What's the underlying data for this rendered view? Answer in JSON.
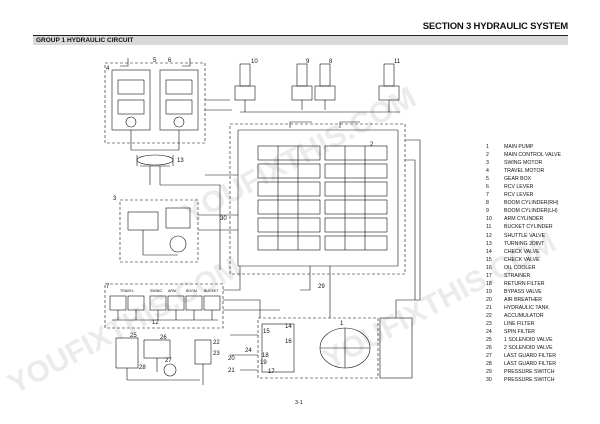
{
  "header": {
    "section_title": "SECTION 3 HYDRAULIC SYSTEM",
    "group_title": "GROUP 1 HYDRAULIC CIRCUIT"
  },
  "page_number": "3-1",
  "watermark": "YOUFIXTHIS.COM",
  "diagram": {
    "cylinder_labels": [
      "10",
      "9",
      "8",
      "11"
    ],
    "pump_labels": [
      "5",
      "6"
    ],
    "callout_labels": [
      "1",
      "2",
      "3",
      "4",
      "7",
      "12",
      "13",
      "14",
      "15",
      "16",
      "17",
      "18",
      "19",
      "20",
      "21",
      "22",
      "23",
      "24",
      "25",
      "26",
      "27",
      "28",
      "29",
      "30"
    ],
    "rcv_labels": [
      "TRAVEL",
      "SWING",
      "ARM",
      "BOOM",
      "BUCKET"
    ]
  },
  "legend": [
    {
      "num": "1",
      "label": "MAIN PUMP"
    },
    {
      "num": "2",
      "label": "MAIN CONTROL VALVE"
    },
    {
      "num": "3",
      "label": "SWING MOTOR"
    },
    {
      "num": "4",
      "label": "TRAVEL MOTOR"
    },
    {
      "num": "5",
      "label": "GEAR BOX"
    },
    {
      "num": "6",
      "label": "RCV LEVER"
    },
    {
      "num": "7",
      "label": "RCV LEVER"
    },
    {
      "num": "8",
      "label": "BOOM CYLINDER(RH)"
    },
    {
      "num": "9",
      "label": "BOOM CYLINDER(LH)"
    },
    {
      "num": "10",
      "label": "ARM CYLINDER"
    },
    {
      "num": "11",
      "label": "BUCKET CYLINDER"
    },
    {
      "num": "12",
      "label": "SHUTTLE VALVE"
    },
    {
      "num": "13",
      "label": "TURNING JOINT"
    },
    {
      "num": "14",
      "label": "CHECK VALVE"
    },
    {
      "num": "15",
      "label": "CHECK VALVE"
    },
    {
      "num": "16",
      "label": "OIL COOLER"
    },
    {
      "num": "17",
      "label": "STRAINER"
    },
    {
      "num": "18",
      "label": "RETURN FILTER"
    },
    {
      "num": "19",
      "label": "BYPASS VALVE"
    },
    {
      "num": "20",
      "label": "AIR BREATHER"
    },
    {
      "num": "21",
      "label": "HYDRAULIC TANK"
    },
    {
      "num": "22",
      "label": "ACCUMULATOR"
    },
    {
      "num": "23",
      "label": "LINE FILTER"
    },
    {
      "num": "24",
      "label": "SPIN FILTER"
    },
    {
      "num": "25",
      "label": "1 SOLENOID VALVE"
    },
    {
      "num": "26",
      "label": "2 SOLENOID VALVE"
    },
    {
      "num": "27",
      "label": "LAST GUARD FILTER"
    },
    {
      "num": "28",
      "label": "LAST GUARD FILTER"
    },
    {
      "num": "29",
      "label": "PRESSURE SWITCH"
    },
    {
      "num": "30",
      "label": "PRESSURE SWITCH"
    }
  ]
}
